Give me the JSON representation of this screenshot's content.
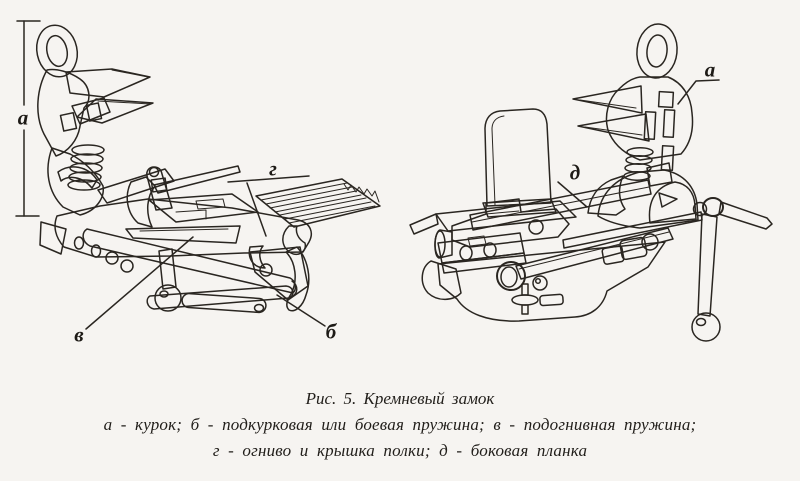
{
  "figure": {
    "caption_title": "Рис. 5. Кремневый замок",
    "caption_line2": "а - курок; б - подкурковая или боевая пружина; в - подогнивная пружина;",
    "caption_line3": "г - огниво и крышка полки; д - боковая планка"
  },
  "labels": {
    "left_a": "а",
    "left_g": "г",
    "left_v": "в",
    "left_b": "б",
    "right_a": "а",
    "right_d": "д"
  },
  "colors": {
    "paper": "#f6f4f1",
    "ink": "#2a2621"
  }
}
